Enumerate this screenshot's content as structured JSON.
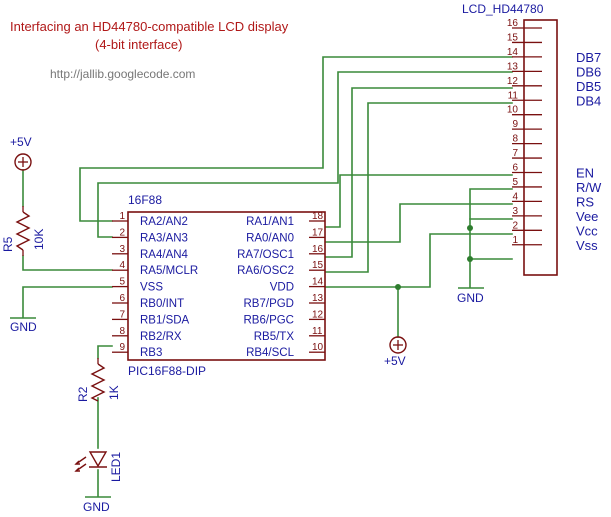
{
  "header": {
    "title": "Interfacing an HD44780-compatible LCD display",
    "subtitle": "(4-bit interface)",
    "url": "http://jallib.googlecode.com"
  },
  "mcu": {
    "name": "16F88",
    "package": "PIC16F88-DIP",
    "left_pins": [
      {
        "num": "1",
        "name": "RA2/AN2"
      },
      {
        "num": "2",
        "name": "RA3/AN3"
      },
      {
        "num": "3",
        "name": "RA4/AN4"
      },
      {
        "num": "4",
        "name": "RA5/MCLR"
      },
      {
        "num": "5",
        "name": "VSS"
      },
      {
        "num": "6",
        "name": "RB0/INT"
      },
      {
        "num": "7",
        "name": "RB1/SDA"
      },
      {
        "num": "8",
        "name": "RB2/RX"
      },
      {
        "num": "9",
        "name": "RB3"
      }
    ],
    "right_pins": [
      {
        "num": "18",
        "name": "RA1/AN1"
      },
      {
        "num": "17",
        "name": "RA0/AN0"
      },
      {
        "num": "16",
        "name": "RA7/OSC1"
      },
      {
        "num": "15",
        "name": "RA6/OSC2"
      },
      {
        "num": "14",
        "name": "VDD"
      },
      {
        "num": "13",
        "name": "RB7/PGD"
      },
      {
        "num": "12",
        "name": "RB6/PGC"
      },
      {
        "num": "11",
        "name": "RB5/TX"
      },
      {
        "num": "10",
        "name": "RB4/SCL"
      }
    ]
  },
  "lcd": {
    "name": "LCD_HD44780",
    "pins": [
      "16",
      "15",
      "14",
      "13",
      "12",
      "11",
      "10",
      "9",
      "8",
      "7",
      "6",
      "5",
      "4",
      "3",
      "2",
      "1"
    ],
    "labels": [
      {
        "pin": "14",
        "text": "DB7"
      },
      {
        "pin": "13",
        "text": "DB6"
      },
      {
        "pin": "12",
        "text": "DB5"
      },
      {
        "pin": "11",
        "text": "DB4"
      },
      {
        "pin": "6",
        "text": "EN"
      },
      {
        "pin": "5",
        "text": "R/W"
      },
      {
        "pin": "4",
        "text": "RS"
      },
      {
        "pin": "3",
        "text": "Vee"
      },
      {
        "pin": "2",
        "text": "Vcc"
      },
      {
        "pin": "1",
        "text": "Vss"
      }
    ]
  },
  "components": {
    "r5_name": "R5",
    "r5_value": "10K",
    "r2_name": "R2",
    "r2_value": "1K",
    "led_name": "LED1"
  },
  "supplies": {
    "vplus_left": "+5V",
    "vplus_mid": "+5V",
    "gnd_left": "GND",
    "gnd_led": "GND",
    "gnd_lcd": "GND"
  },
  "colors": {
    "wire": "#3a8a3a",
    "part": "#7a1010",
    "label": "#1a1aa0",
    "title": "#b01818"
  }
}
